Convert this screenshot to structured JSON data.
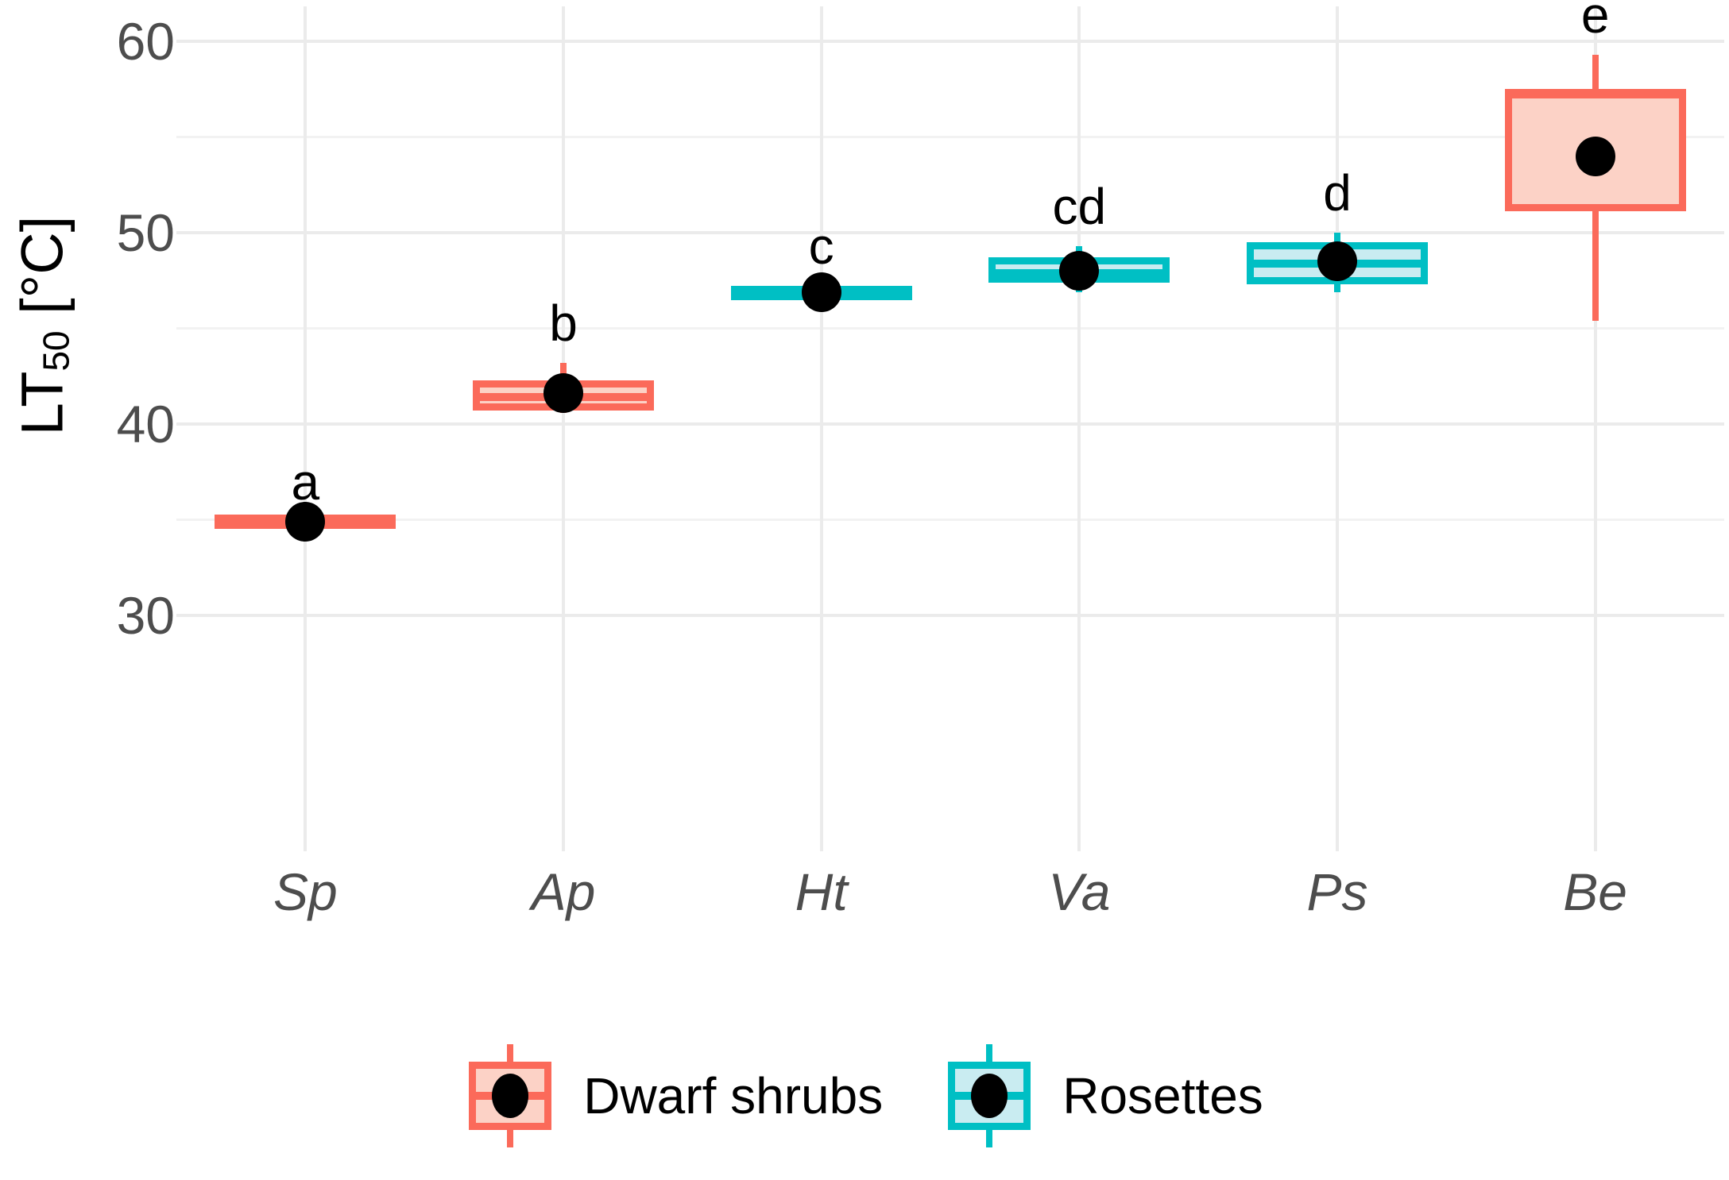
{
  "chart_data": {
    "type": "box",
    "title": "",
    "xlabel": "",
    "ylabel": "LT50 [°C]",
    "ylabel_base": "LT",
    "ylabel_sub": "50",
    "ylabel_unit": " [°C]",
    "ylim": [
      29.0,
      60.6
    ],
    "yticks": [
      30,
      40,
      50,
      60
    ],
    "ytick_labels": [
      "30",
      "40",
      "50",
      "60"
    ],
    "yminor_ticks": [
      35,
      45,
      55
    ],
    "grid": "horizontal-and-vertical",
    "categories": [
      "Sp",
      "Ap",
      "Ht",
      "Va",
      "Ps",
      "Be"
    ],
    "legend_position": "bottom",
    "legend": [
      {
        "label": "Dwarf shrubs",
        "stroke": "#FB6A5A",
        "fill": "#FCD2C6"
      },
      {
        "label": "Rosettes",
        "stroke": "#00BFC4",
        "fill": "#C9ECF1"
      }
    ],
    "colors": {
      "dwarf_shrubs_stroke": "#FB6A5A",
      "dwarf_shrubs_fill": "#FCD2C6",
      "rosettes_stroke": "#00BFC4",
      "rosettes_fill": "#C9ECF1",
      "mean_point": "#000000",
      "grid_major": "#EBEBEB",
      "grid_minor": "#F2F2F2",
      "axis_text": "#4D4D4D",
      "panel_background": "#FFFFFF"
    },
    "boxes": [
      {
        "category": "Sp",
        "group": "Dwarf shrubs",
        "whisker_low": 34.9,
        "q1": 34.9,
        "median": 34.9,
        "q3": 34.9,
        "whisker_high": 34.9,
        "mean": 34.9,
        "significance_letter": "a"
      },
      {
        "category": "Ap",
        "group": "Dwarf shrubs",
        "whisker_low": 40.6,
        "q1": 40.7,
        "median": 41.4,
        "q3": 42.3,
        "whisker_high": 43.2,
        "mean": 41.6,
        "significance_letter": "b"
      },
      {
        "category": "Ht",
        "group": "Rosettes",
        "whisker_low": 46.6,
        "q1": 46.6,
        "median": 47.0,
        "q3": 47.2,
        "whisker_high": 47.2,
        "mean": 46.9,
        "significance_letter": "c"
      },
      {
        "category": "Va",
        "group": "Rosettes",
        "whisker_low": 46.9,
        "q1": 47.4,
        "median": 47.9,
        "q3": 48.7,
        "whisker_high": 49.3,
        "mean": 48.0,
        "significance_letter": "cd"
      },
      {
        "category": "Ps",
        "group": "Rosettes",
        "whisker_low": 46.9,
        "q1": 47.3,
        "median": 48.4,
        "q3": 49.5,
        "whisker_high": 50.0,
        "mean": 48.5,
        "significance_letter": "d"
      },
      {
        "category": "Be",
        "group": "Dwarf shrubs",
        "whisker_low": 45.4,
        "q1": 51.1,
        "median": 57.2,
        "q3": 57.5,
        "whisker_high": 59.3,
        "mean": 54.0,
        "significance_letter": "e"
      }
    ]
  }
}
